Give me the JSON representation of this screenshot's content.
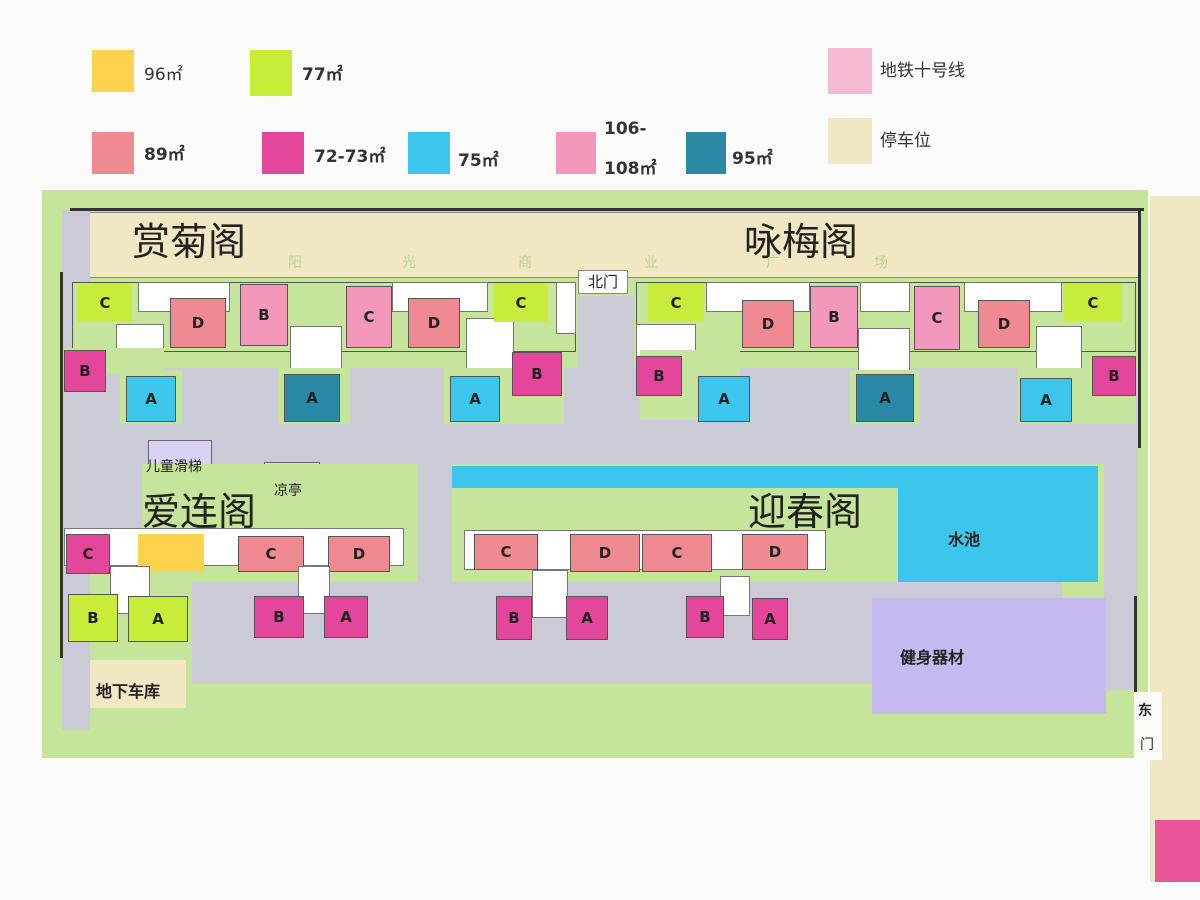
{
  "legend": {
    "items": [
      {
        "label": "96㎡",
        "color": "#ffd24d"
      },
      {
        "label": "77㎡",
        "color": "#c8ec3a"
      },
      {
        "label": "89㎡",
        "color": "#f08a92"
      },
      {
        "label": "72-73㎡",
        "color": "#e3469a"
      },
      {
        "label": "75㎡",
        "color": "#3cc6ec"
      },
      {
        "label": "106-",
        "label2": "108㎡",
        "color": "#f497bd"
      },
      {
        "label": "95㎡",
        "color": "#2a8aa5"
      },
      {
        "label": "地铁十号线",
        "color": "#f6b9d3"
      },
      {
        "label": "停车位",
        "color": "#f1e7c3"
      }
    ]
  },
  "buildings": {
    "shangju": "赏菊阁",
    "yongmei": "咏梅阁",
    "ailian": "爱连阁",
    "yingchun": "迎春阁"
  },
  "units": {
    "a": "A",
    "b": "B",
    "c": "C",
    "d": "D"
  },
  "places": {
    "north_gate": "北门",
    "east_gate_1": "东",
    "east_gate_2": "门",
    "slide": "儿童滑梯",
    "pavilion": "凉亭",
    "pool": "水池",
    "fitness": "健身器材",
    "garage": "地下车库"
  },
  "plaza_chars": [
    "阳",
    "光",
    "商",
    "业",
    "广",
    "场"
  ]
}
